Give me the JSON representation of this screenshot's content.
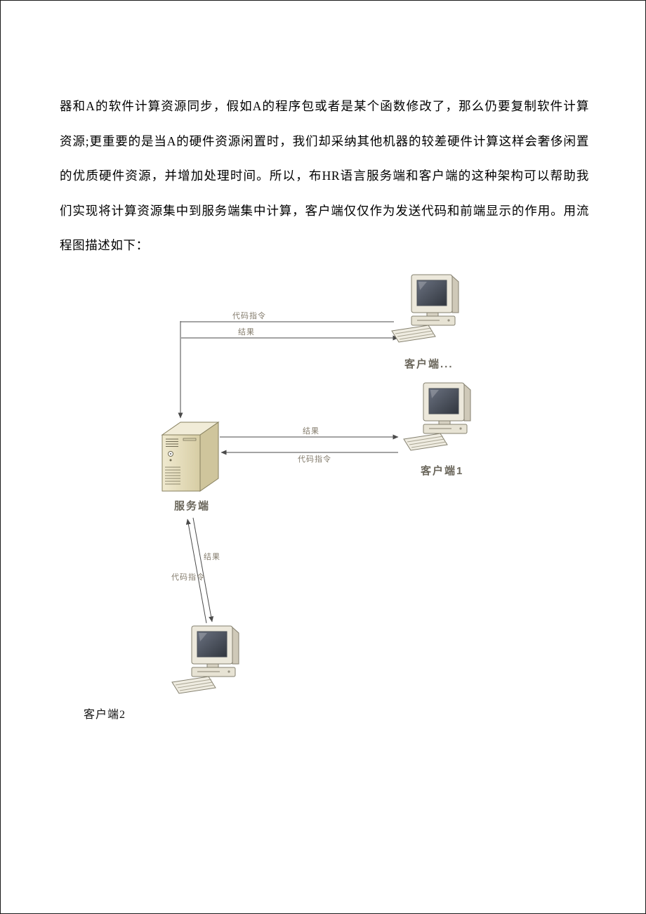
{
  "document": {
    "paragraph_lines": [
      "器和A的软件计算资源同步，假如A的程序包或者是某个函数修改了，那么仍要复制软件计算",
      "资源;更重要的是当A的硬件资源闲置时，我们却采纳其他机器的较差硬件计算这样会奢侈闲置",
      "的优质硬件资源，并增加处理时间。所以，布HR语言服务端和客户端的这种架构可以帮助我",
      "们实现将计算资源集中到服务端集中计算，客户端仅仅作为发送代码和前端显示的作用。用流",
      "程图描述如下："
    ]
  },
  "diagram": {
    "server": {
      "label": "服务端"
    },
    "clients": {
      "top": {
        "label": "客户端..."
      },
      "middle": {
        "label": "客户端1"
      },
      "bottom": {
        "label": "客户端2"
      }
    },
    "arrows": {
      "top_code": "代码指令",
      "top_result": "结果",
      "middle_result": "结果",
      "middle_code": "代码指令",
      "bottom_result": "结果",
      "bottom_code": "代码指令"
    },
    "colors": {
      "tower_front": "#e9e2c2",
      "tower_side": "#cfc59c",
      "tower_top": "#f1ecd8",
      "screen": "#3a4048",
      "arrow_line": "#4a4a4a",
      "label_gray": "#6b675c"
    }
  }
}
